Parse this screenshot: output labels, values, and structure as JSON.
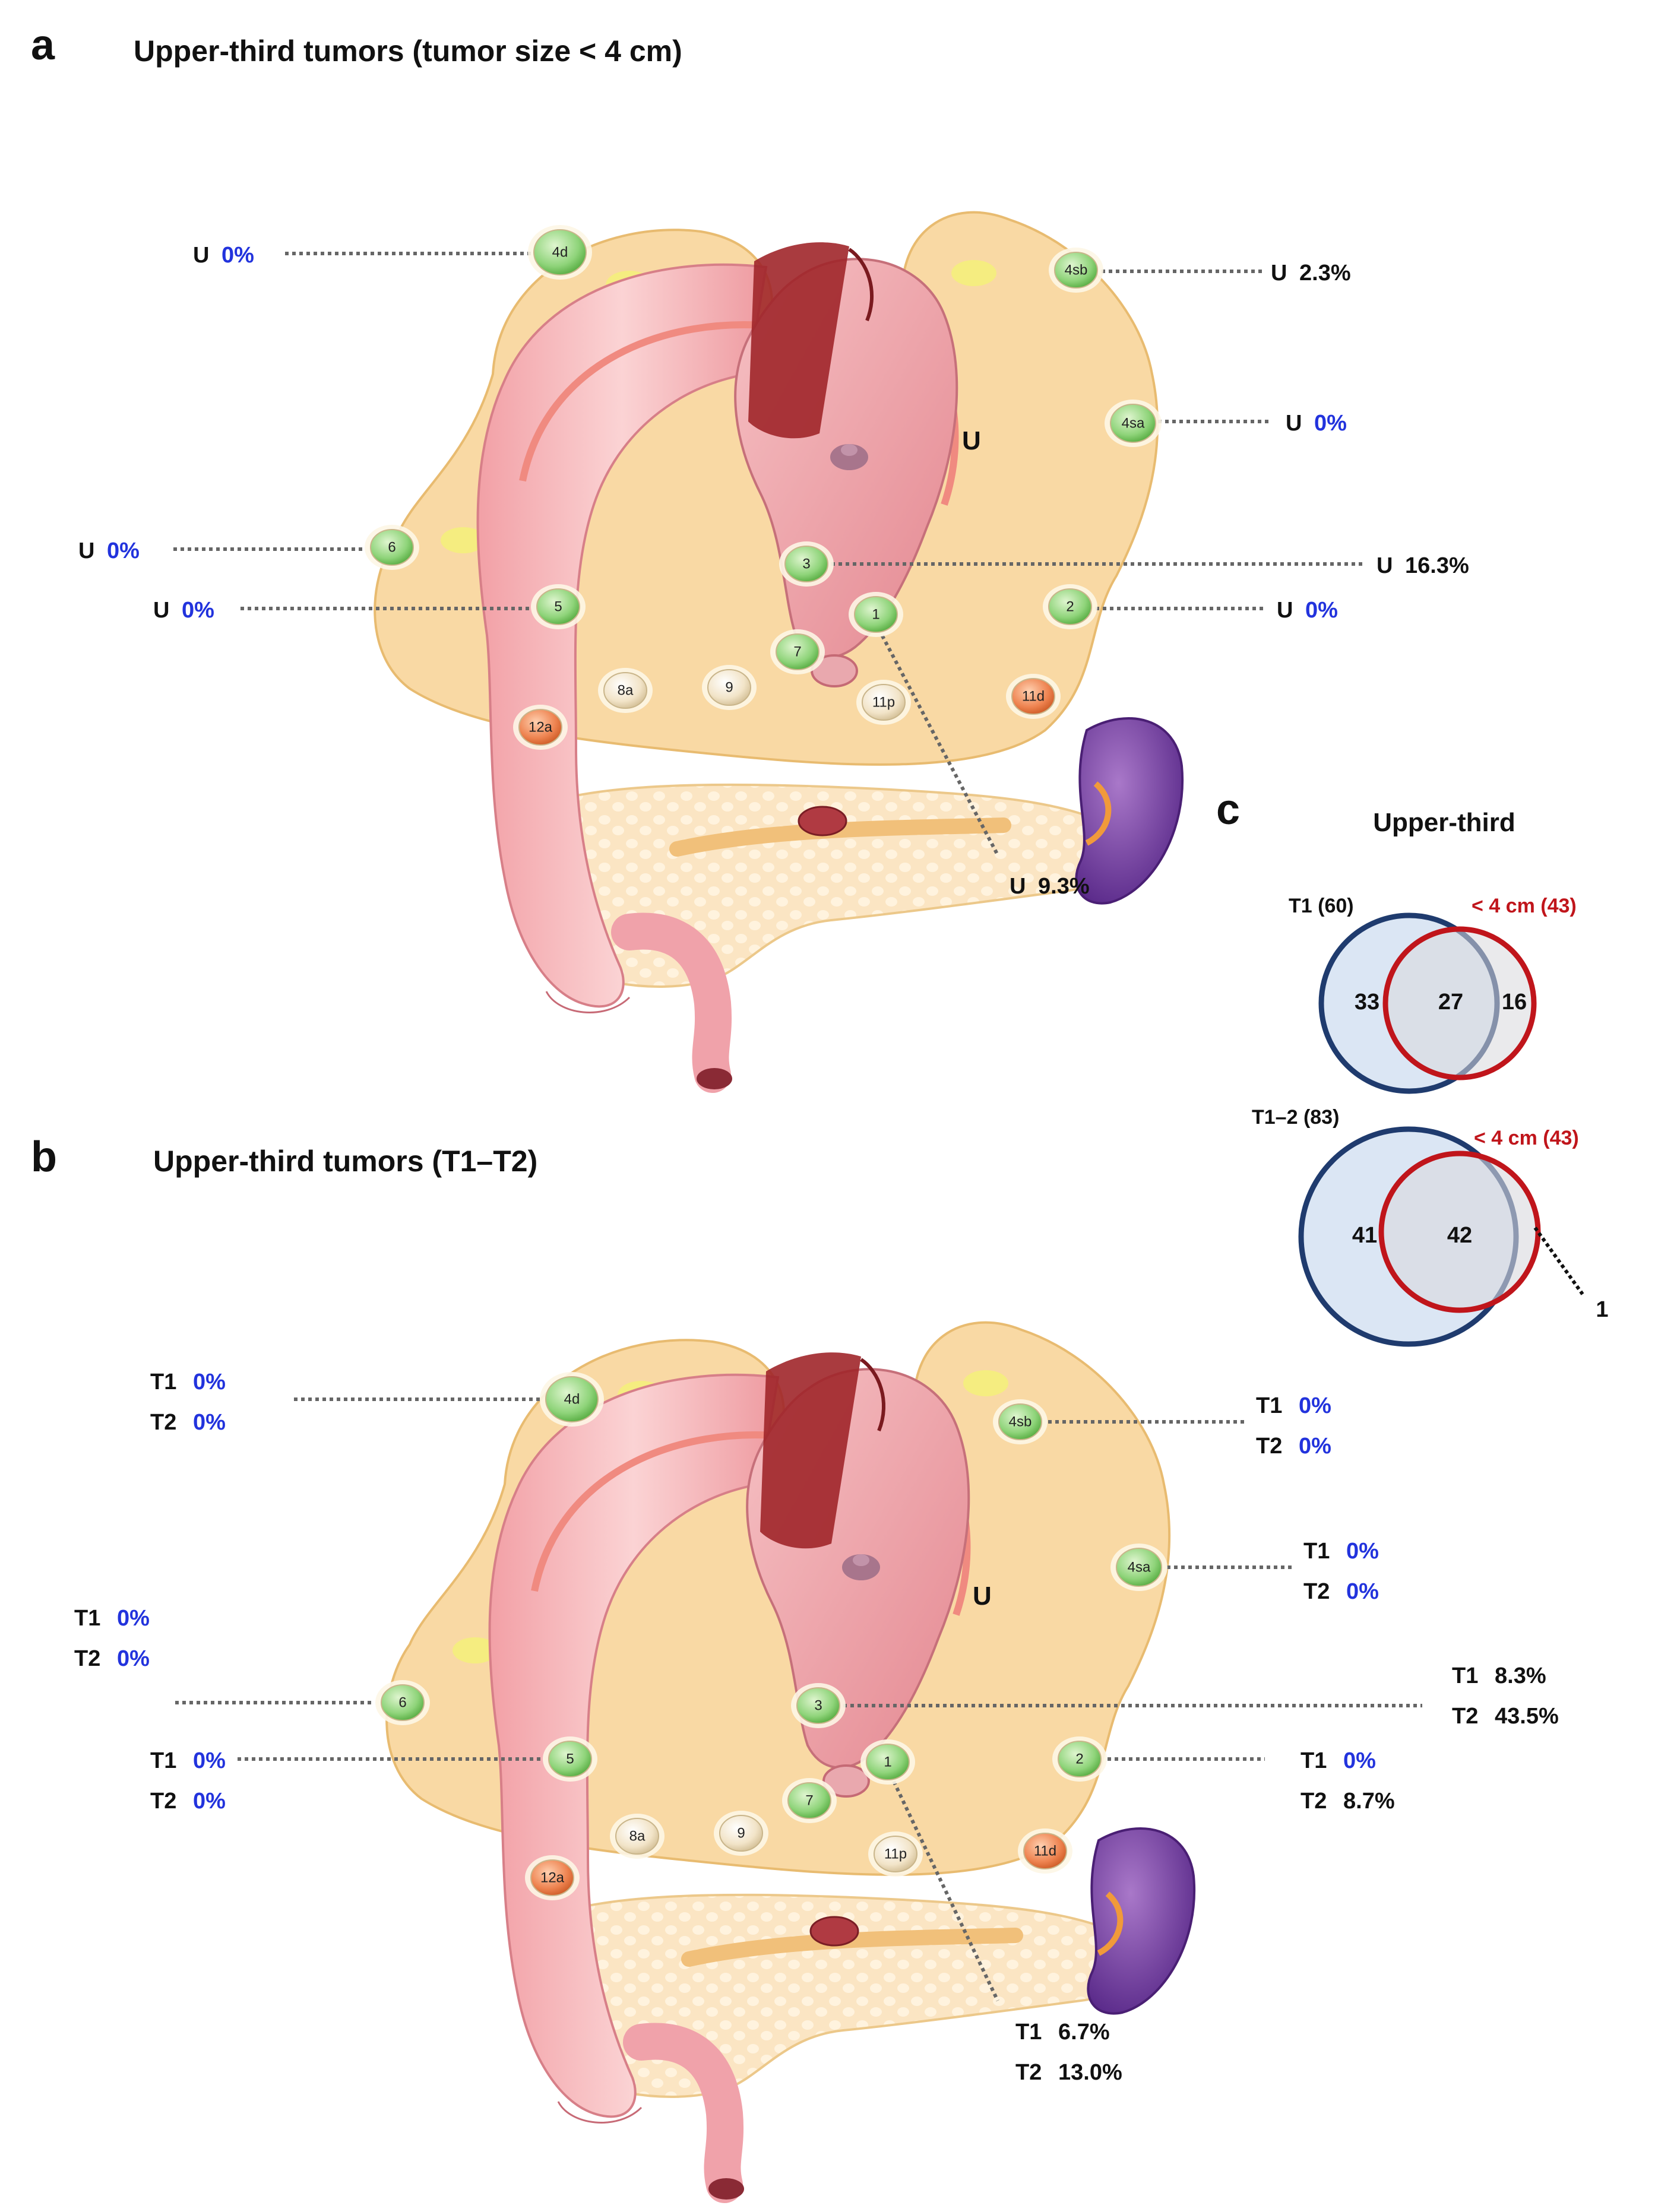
{
  "panel_a": {
    "letter": "a",
    "title": "Upper-third tumors (tumor size < 4 cm)",
    "tumor_label": "U",
    "stations": [
      {
        "id": "4d",
        "lines": [
          {
            "prefix": "U",
            "value": "0%",
            "blue": true
          }
        ]
      },
      {
        "id": "4sb",
        "lines": [
          {
            "prefix": "U",
            "value": "2.3%",
            "blue": false
          }
        ]
      },
      {
        "id": "4sa",
        "lines": [
          {
            "prefix": "U",
            "value": "0%",
            "blue": true
          }
        ]
      },
      {
        "id": "6",
        "lines": [
          {
            "prefix": "U",
            "value": "0%",
            "blue": true
          }
        ]
      },
      {
        "id": "3",
        "lines": [
          {
            "prefix": "U",
            "value": "16.3%",
            "blue": false
          }
        ]
      },
      {
        "id": "5",
        "lines": [
          {
            "prefix": "U",
            "value": "0%",
            "blue": true
          }
        ]
      },
      {
        "id": "2",
        "lines": [
          {
            "prefix": "U",
            "value": "0%",
            "blue": true
          }
        ]
      },
      {
        "id": "1",
        "lines": [
          {
            "prefix": "U",
            "value": "9.3%",
            "blue": false
          }
        ]
      }
    ]
  },
  "panel_b": {
    "letter": "b",
    "title": "Upper-third tumors (T1–T2)",
    "tumor_label": "U",
    "stations": [
      {
        "id": "4d",
        "lines": [
          {
            "prefix": "T1",
            "value": "0%",
            "blue": true
          },
          {
            "prefix": "T2",
            "value": "0%",
            "blue": true
          }
        ]
      },
      {
        "id": "4sb",
        "lines": [
          {
            "prefix": "T1",
            "value": "0%",
            "blue": true
          },
          {
            "prefix": "T2",
            "value": "0%",
            "blue": true
          }
        ]
      },
      {
        "id": "4sa",
        "lines": [
          {
            "prefix": "T1",
            "value": "0%",
            "blue": true
          },
          {
            "prefix": "T2",
            "value": "0%",
            "blue": true
          }
        ]
      },
      {
        "id": "6",
        "lines": [
          {
            "prefix": "T1",
            "value": "0%",
            "blue": true
          },
          {
            "prefix": "T2",
            "value": "0%",
            "blue": true
          }
        ]
      },
      {
        "id": "3",
        "lines": [
          {
            "prefix": "T1",
            "value": "8.3%",
            "blue": false
          },
          {
            "prefix": "T2",
            "value": "43.5%",
            "blue": false
          }
        ]
      },
      {
        "id": "5",
        "lines": [
          {
            "prefix": "T1",
            "value": "0%",
            "blue": true
          },
          {
            "prefix": "T2",
            "value": "0%",
            "blue": true
          }
        ]
      },
      {
        "id": "2",
        "lines": [
          {
            "prefix": "T1",
            "value": "0%",
            "blue": true
          },
          {
            "prefix": "T2",
            "value": "8.7%",
            "blue": false
          }
        ]
      },
      {
        "id": "1",
        "lines": [
          {
            "prefix": "T1",
            "value": "6.7%",
            "blue": false
          },
          {
            "prefix": "T2",
            "value": "13.0%",
            "blue": false
          }
        ]
      }
    ]
  },
  "node_ids": [
    "4d",
    "4sb",
    "4sa",
    "6",
    "3",
    "5",
    "2",
    "1",
    "7",
    "8a",
    "9",
    "11p",
    "11d",
    "12a"
  ],
  "panel_c": {
    "letter": "c",
    "title": "Upper-third",
    "venn_top": {
      "left_label": "T1 (60)",
      "right_label": "< 4 cm (43)",
      "left_only": "33",
      "overlap": "27",
      "right_only": "16"
    },
    "venn_bottom": {
      "left_label": "T1–2 (83)",
      "right_label": "< 4 cm (43)",
      "left_only": "41",
      "overlap": "42",
      "right_only": "1"
    }
  },
  "colors": {
    "blue_value": "#2233dd",
    "venn_blue": "#1f3b6e",
    "venn_red": "#c0151b",
    "node_green": "#7fce6a",
    "node_orange": "#e8773f",
    "node_beige": "#efe0c2"
  }
}
